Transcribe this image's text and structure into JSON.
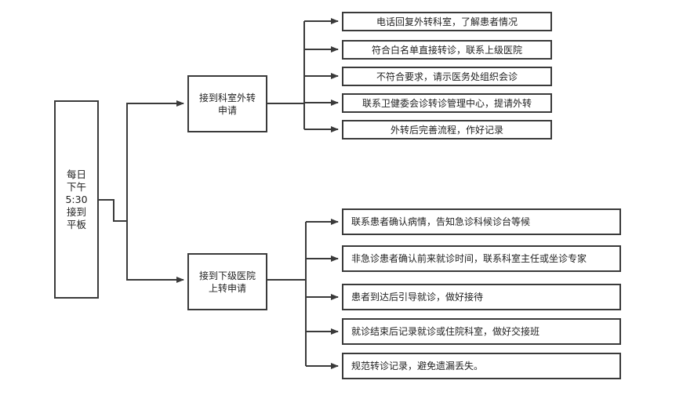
{
  "root": {
    "lines": [
      "每日",
      "下午",
      "5:30",
      "接到",
      "平板"
    ]
  },
  "branches": [
    {
      "label": "接到科室外转申请",
      "items": [
        "电话回复外转科室，了解患者情况",
        "符合白名单直接转诊，联系上级医院",
        "不符合要求，请示医务处组织会诊",
        "联系卫健委会诊转诊管理中心，提请外转",
        "外转后完善流程，作好记录"
      ]
    },
    {
      "label": "接到下级医院上转申请",
      "items": [
        "联系患者确认病情，告知急诊科候诊台等候",
        "非急诊患者确认前来就诊时间，联系科室主任或坐诊专家",
        "患者到达后引导就诊，做好接待",
        "就诊结束后记录就诊或住院科室，做好交接班",
        "规范转诊记录，避免遗漏丢失。"
      ]
    }
  ],
  "colors": {
    "line": "#3a3a3a",
    "border": "#3a3a3a"
  }
}
